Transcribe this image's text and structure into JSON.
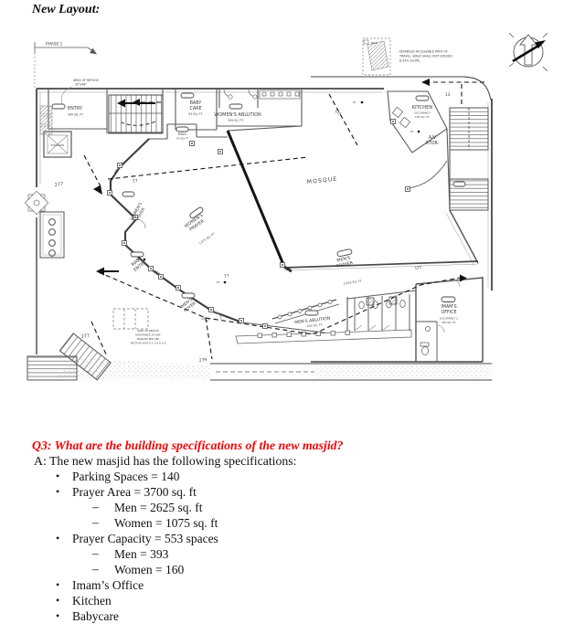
{
  "heading": "New Layout:",
  "plan": {
    "phase": "PHASE 1",
    "refuge1": "AREA OF REFUGE",
    "refuge2": "30\"x48\"",
    "ramp_max": "MAX",
    "disabled1": "DISABLED ACCESSIBLE PATH OF",
    "disabled2": "TRAVEL. WALK SHALL NOT EXCEED",
    "disabled3": "8.33% SLOPE.",
    "entry": "ENTRY",
    "entry_area": "184 SQ. FT.",
    "baby1": "BABY",
    "baby2": "CARE",
    "baby_area": "93 SQ. FT.",
    "womens_ablution": "WOMEN'S ABLUTION",
    "womens_ablution_area": "299 SQ. FT.",
    "hall": "HALL",
    "hall_area": "54 SQ FT",
    "elevator": "ELEVATOR",
    "kitchen": "KITCHEN",
    "kitchen_occ": "OCCUPANCY",
    "kitchen_area": "150 SQ. FT.",
    "av1": "A/V",
    "av2": "STOR.",
    "mosque": "MOSQUE",
    "womens_prayer1": "WOMEN'S",
    "womens_prayer2": "PRAYER",
    "womens_prayer_area": "1,075 SQ. FT.",
    "mens_prayer1": "MEN'S",
    "mens_prayer2": "PRAYER",
    "mens_prayer_area": "2,625 SQ. FT.",
    "womens_foyer1": "WOMEN'S",
    "womens_foyer2": "FOYER",
    "mens_foyer1": "MEN'S",
    "mens_foyer2": "FOYER",
    "main_entry1": "MAIN",
    "main_entry2": "ENTRY",
    "mens_ablution": "MEN'S ABLUTION",
    "mens_ablution_area": "643 SQ. FT.",
    "imam1": "IMAM'S",
    "imam2": "OFFICE",
    "imam_occ": "OCCUPANCY 2",
    "imam_area": "252 SQ. FT.",
    "rescue1": "AREA OF RESCUE",
    "rescue2": "ASSISTANCE 30\"x48\"",
    "rescue3": "SIGNAGE PER CBC",
    "rescue4": "SECTION 1007.6.3, 6.4 & 6.5",
    "n13": "13",
    "n77": "77",
    "n125": "125",
    "n202": "202",
    "n277": "277",
    "n279": "279",
    "ex": "EX"
  },
  "qa": {
    "question": "Q3: What are the building specifications of the new masjid?",
    "answer_intro": "A: The new masjid has the following specifications:",
    "bullet": "•",
    "dash": "–",
    "items": [
      {
        "text": "Parking Spaces = 140",
        "sub": []
      },
      {
        "text": "Prayer Area = 3700 sq. ft",
        "sub": [
          "Men = 2625 sq. ft",
          "Women = 1075 sq. ft"
        ]
      },
      {
        "text": "Prayer Capacity = 553 spaces",
        "sub": [
          "Men = 393",
          "Women = 160"
        ]
      },
      {
        "text": "Imam’s Office",
        "sub": []
      },
      {
        "text": "Kitchen",
        "sub": []
      },
      {
        "text": "Babycare",
        "sub": []
      }
    ]
  }
}
